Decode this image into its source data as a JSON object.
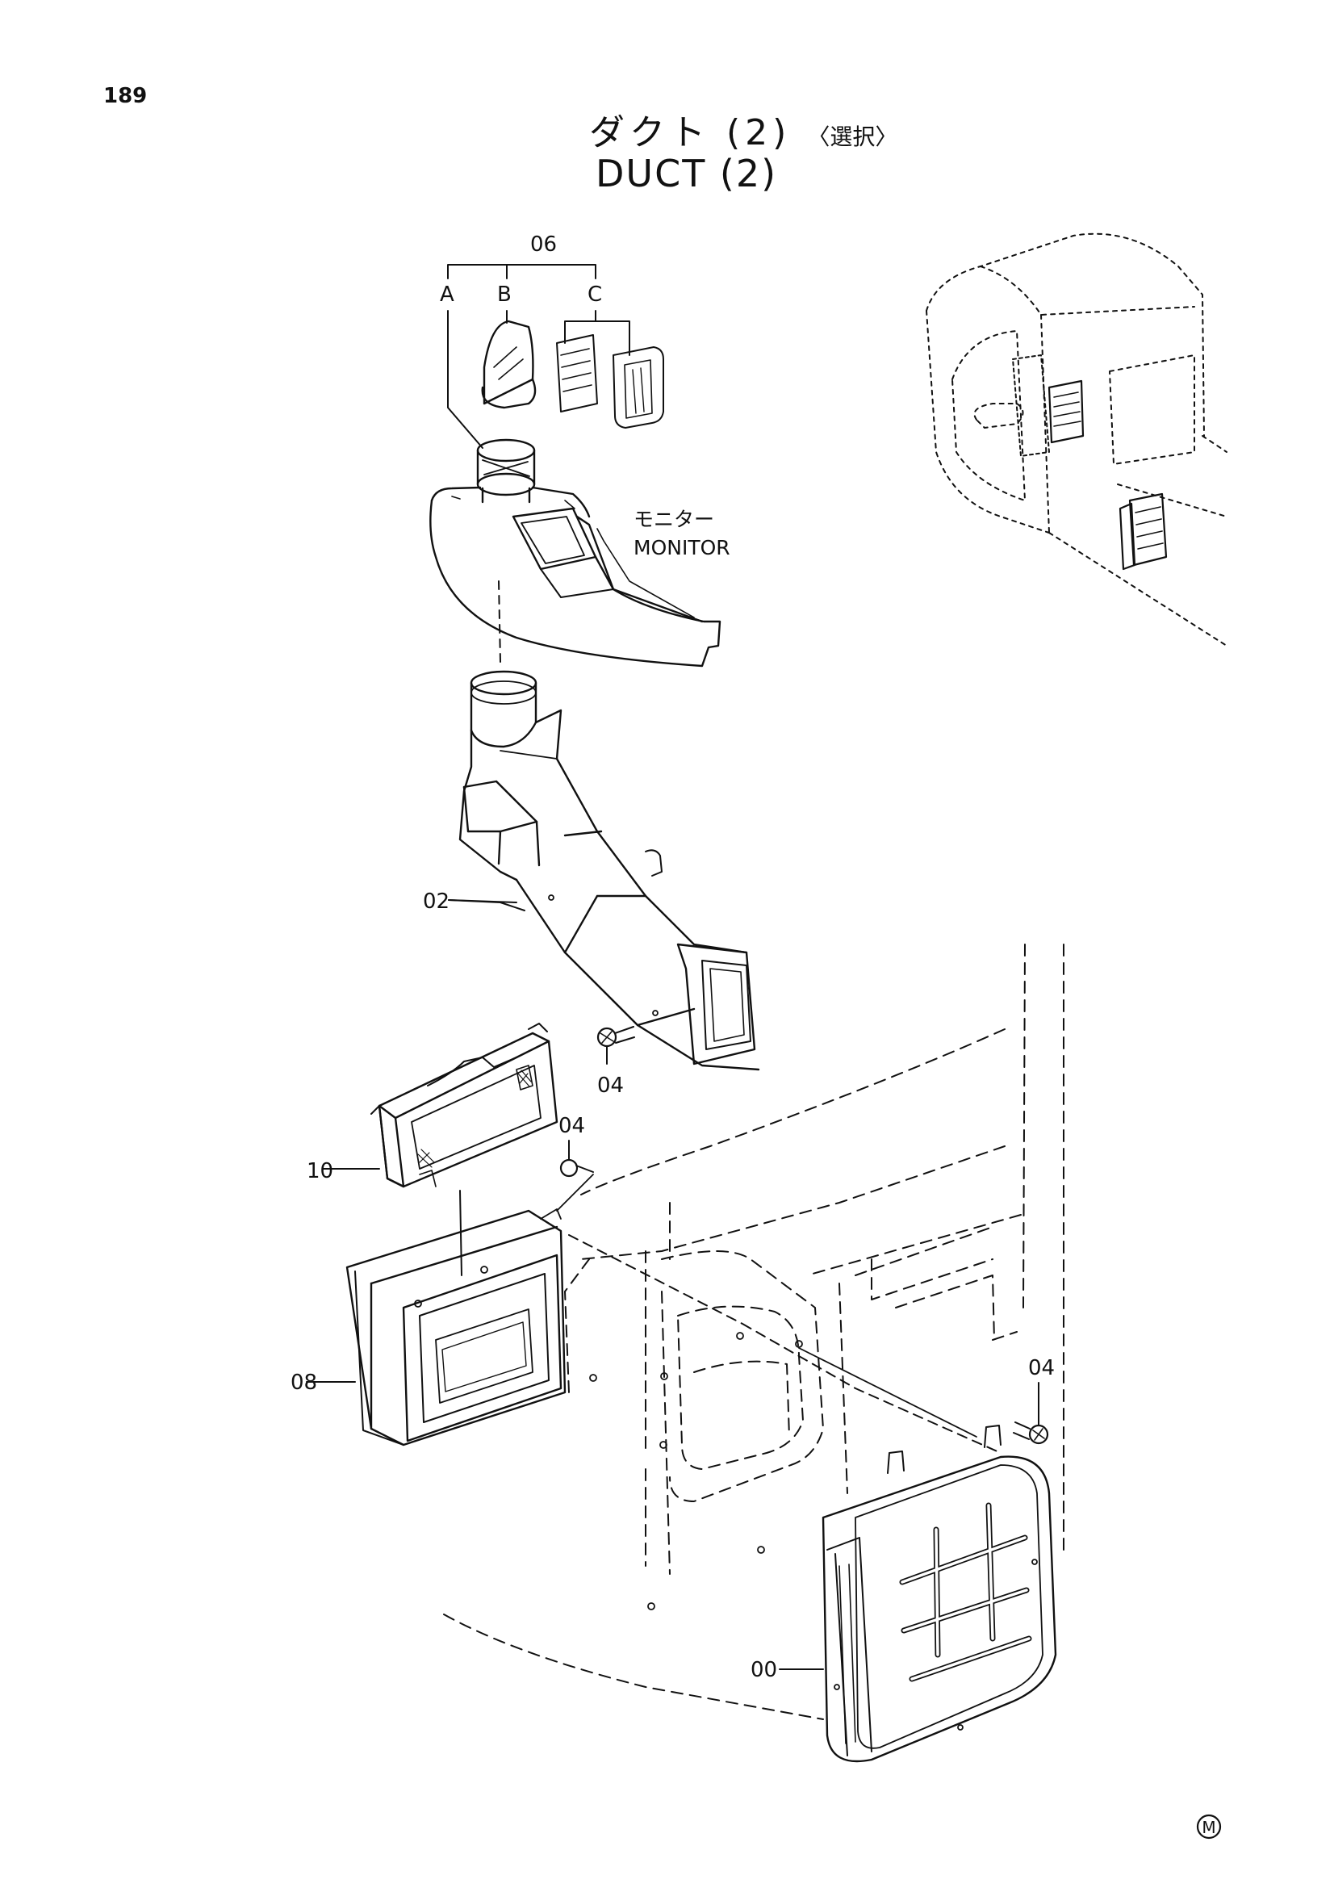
{
  "page_number": "189",
  "title": {
    "japanese": "ダクト (2)",
    "japanese_note": "〈選択〉",
    "english": "DUCT (2)"
  },
  "callouts": {
    "part_06": "06",
    "variant_a": "A",
    "variant_b": "B",
    "variant_c": "C",
    "part_02": "02",
    "part_04_top": "04",
    "part_04_mid": "04",
    "part_04_right": "04",
    "part_10": "10",
    "part_08": "08",
    "part_00": "00"
  },
  "monitor_label": {
    "japanese": "モニター",
    "english": "MONITOR"
  },
  "mark": "M"
}
